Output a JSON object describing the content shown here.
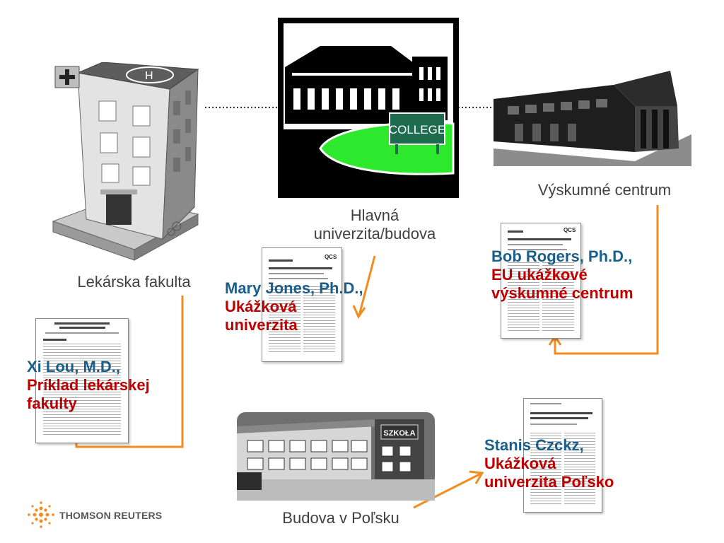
{
  "connector": {
    "color": "#f28c1e"
  },
  "buildings": {
    "hospital": {
      "caption": "Lekárska fakulta"
    },
    "college": {
      "caption_line1": "Hlavná",
      "caption_line2": "univerzita/budova",
      "sign": "COLLEGE"
    },
    "research": {
      "caption": "Výskumné centrum"
    },
    "school": {
      "caption": "Budova v Poľsku",
      "sign": "SZKOŁA"
    }
  },
  "authors": {
    "mary": {
      "name": "Mary Jones, Ph.D.,",
      "inst_line1": "Ukážková",
      "inst_line2": "univerzita"
    },
    "bob": {
      "name": "Bob Rogers, Ph.D.,",
      "inst_line1": "EU ukážkové",
      "inst_line2": "výskumné centrum"
    },
    "xi": {
      "name": "Xi Lou, M.D.,",
      "inst_line1": "Príklad lekárskej",
      "inst_line2": "fakulty"
    },
    "stanis": {
      "name": "Stanis Czckz,",
      "inst_line1": "Ukážková",
      "inst_line2": "univerzita Poľsko"
    }
  },
  "documents": {
    "mary_doc": {
      "badge": "QCS"
    },
    "bob_doc": {
      "badge": "QCS"
    }
  },
  "logo": {
    "text": "THOMSON REUTERS"
  }
}
